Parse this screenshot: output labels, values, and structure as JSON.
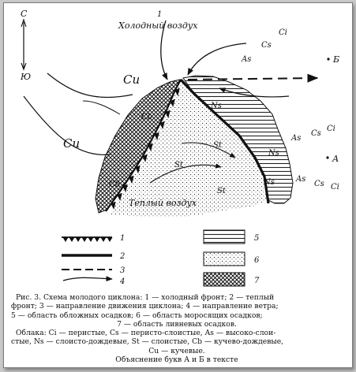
{
  "diagram": {
    "compass": {
      "north": "С",
      "south": "Ю"
    },
    "labels": {
      "cold_air": "Холодный воздух",
      "warm_air": "Теплый воздух",
      "cold_front_number": "1",
      "cu_upper": "Cu",
      "cu_lower": "Cu",
      "cb_upper": "Cb",
      "cb_lower": "Cb",
      "ns_top": "Ns",
      "ns_mid": "Ns",
      "ns_low": "Ns",
      "st_1": "St",
      "st_2": "St",
      "st_3": "St",
      "as_top": "As",
      "cs_top": "Cs",
      "ci_top": "Ci",
      "as_mid": "As",
      "cs_mid": "Cs",
      "ci_mid": "Ci",
      "as_low": "As",
      "cs_low": "Cs",
      "ci_low": "Ci",
      "point_b": "Б",
      "point_a": "А"
    },
    "legend": [
      {
        "num": "1",
        "kind": "cold-front"
      },
      {
        "num": "2",
        "kind": "warm-front"
      },
      {
        "num": "3",
        "kind": "cyclone-direction"
      },
      {
        "num": "4",
        "kind": "wind-direction"
      },
      {
        "num": "5",
        "kind": "continuous-precipitation-area"
      },
      {
        "num": "6",
        "kind": "drizzle-area"
      },
      {
        "num": "7",
        "kind": "shower-area"
      }
    ]
  },
  "caption": {
    "line1": "Рис. 3. Схема молодого циклона: 1 — холодный фронт; 2 — теплый",
    "line2": "фронт; 3 — направление движения циклона; 4 — направление ветра;",
    "line3": "5 — область обложных осадков; 6 — область моросящих осадков;",
    "line4": "7 — область ливневых осадков.",
    "line5": "Облака: Ci — перистые, Cs — перисто-слоистые, As — высоко-слои-",
    "line6": "стые, Ns — слоисто-дождевые, St — слоистые, Cb — кучево-дождевые,",
    "line7": "Cu — кучевые.",
    "line8": "Объяснение букв А и Б в тексте"
  }
}
